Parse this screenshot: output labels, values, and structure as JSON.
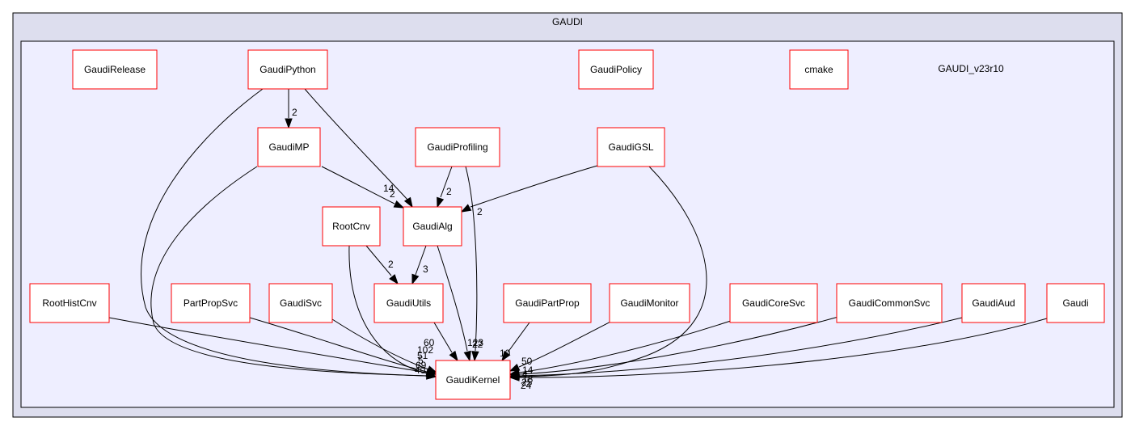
{
  "diagram": {
    "outer_cluster_label": "GAUDI",
    "inner_cluster_label": "GAUDI_v23r10",
    "colors": {
      "node_border": "#ff0000",
      "outer_fill": "#dddeee",
      "inner_fill": "#eeeeff",
      "edge": "#000000"
    },
    "nodes": [
      {
        "id": "GaudiRelease",
        "label": "GaudiRelease"
      },
      {
        "id": "GaudiPython",
        "label": "GaudiPython"
      },
      {
        "id": "GaudiPolicy",
        "label": "GaudiPolicy"
      },
      {
        "id": "cmake",
        "label": "cmake"
      },
      {
        "id": "GaudiMP",
        "label": "GaudiMP"
      },
      {
        "id": "GaudiProfiling",
        "label": "GaudiProfiling"
      },
      {
        "id": "GaudiGSL",
        "label": "GaudiGSL"
      },
      {
        "id": "RootCnv",
        "label": "RootCnv"
      },
      {
        "id": "GaudiAlg",
        "label": "GaudiAlg"
      },
      {
        "id": "RootHistCnv",
        "label": "RootHistCnv"
      },
      {
        "id": "PartPropSvc",
        "label": "PartPropSvc"
      },
      {
        "id": "GaudiSvc",
        "label": "GaudiSvc"
      },
      {
        "id": "GaudiUtils",
        "label": "GaudiUtils"
      },
      {
        "id": "GaudiPartProp",
        "label": "GaudiPartProp"
      },
      {
        "id": "GaudiMonitor",
        "label": "GaudiMonitor"
      },
      {
        "id": "GaudiCoreSvc",
        "label": "GaudiCoreSvc"
      },
      {
        "id": "GaudiCommonSvc",
        "label": "GaudiCommonSvc"
      },
      {
        "id": "GaudiAud",
        "label": "GaudiAud"
      },
      {
        "id": "Gaudi",
        "label": "Gaudi"
      },
      {
        "id": "GaudiKernel",
        "label": "GaudiKernel"
      }
    ],
    "edges": [
      {
        "from": "GaudiPython",
        "to": "GaudiMP",
        "label": "2"
      },
      {
        "from": "GaudiPython",
        "to": "GaudiAlg",
        "label": "14"
      },
      {
        "from": "GaudiPython",
        "to": "GaudiKernel",
        "label": ""
      },
      {
        "from": "GaudiMP",
        "to": "GaudiAlg",
        "label": "2"
      },
      {
        "from": "GaudiMP",
        "to": "GaudiKernel",
        "label": ""
      },
      {
        "from": "GaudiProfiling",
        "to": "GaudiAlg",
        "label": "2"
      },
      {
        "from": "GaudiProfiling",
        "to": "GaudiKernel",
        "label": ""
      },
      {
        "from": "GaudiGSL",
        "to": "GaudiAlg",
        "label": "2"
      },
      {
        "from": "GaudiGSL",
        "to": "GaudiKernel",
        "label": ""
      },
      {
        "from": "RootCnv",
        "to": "GaudiUtils",
        "label": "2"
      },
      {
        "from": "RootCnv",
        "to": "GaudiKernel",
        "label": ""
      },
      {
        "from": "GaudiAlg",
        "to": "GaudiUtils",
        "label": "3"
      },
      {
        "from": "GaudiAlg",
        "to": "GaudiKernel",
        "label": "123"
      },
      {
        "from": "GaudiUtils",
        "to": "GaudiKernel",
        "label": "60"
      },
      {
        "from": "RootHistCnv",
        "to": "GaudiKernel",
        "label": ""
      },
      {
        "from": "PartPropSvc",
        "to": "GaudiKernel",
        "label": ""
      },
      {
        "from": "GaudiSvc",
        "to": "GaudiKernel",
        "label": ""
      },
      {
        "from": "GaudiPartProp",
        "to": "GaudiKernel",
        "label": "10"
      },
      {
        "from": "GaudiMonitor",
        "to": "GaudiKernel",
        "label": "50"
      },
      {
        "from": "GaudiCoreSvc",
        "to": "GaudiKernel",
        "label": ""
      },
      {
        "from": "GaudiCommonSvc",
        "to": "GaudiKernel",
        "label": ""
      },
      {
        "from": "GaudiAud",
        "to": "GaudiKernel",
        "label": ""
      },
      {
        "from": "Gaudi",
        "to": "GaudiKernel",
        "label": ""
      }
    ],
    "kernel_incoming_labels": [
      "102",
      "51",
      "5",
      "69",
      "40",
      "22",
      "14",
      "4",
      "18",
      "25",
      "24"
    ]
  }
}
